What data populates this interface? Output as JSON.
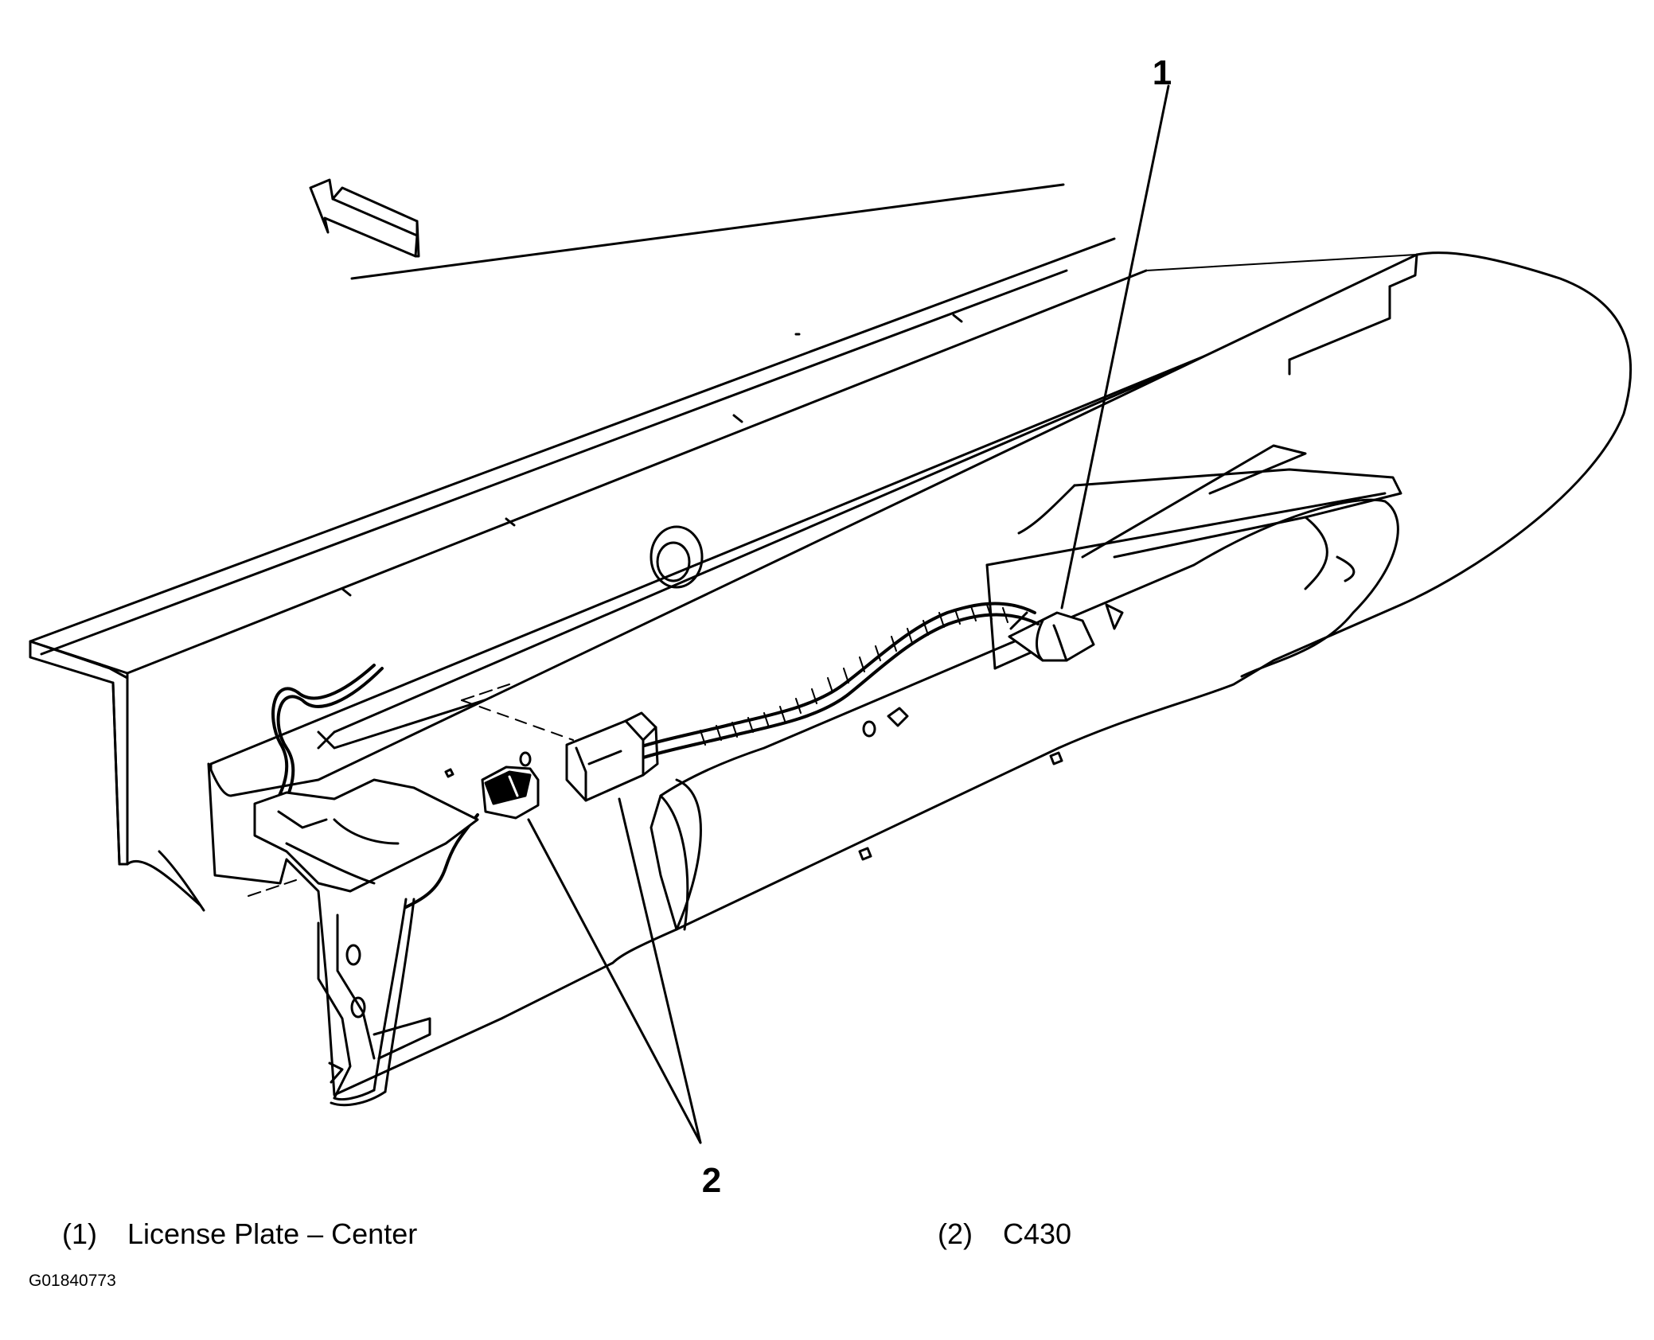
{
  "callouts": [
    {
      "number": "1"
    },
    {
      "number": "2"
    }
  ],
  "legend": [
    {
      "number": "(1)",
      "label": "License Plate – Center"
    },
    {
      "number": "(2)",
      "label": "C430"
    }
  ],
  "figure_id": "G01840773",
  "icons": {
    "direction": "arrow-icon"
  }
}
